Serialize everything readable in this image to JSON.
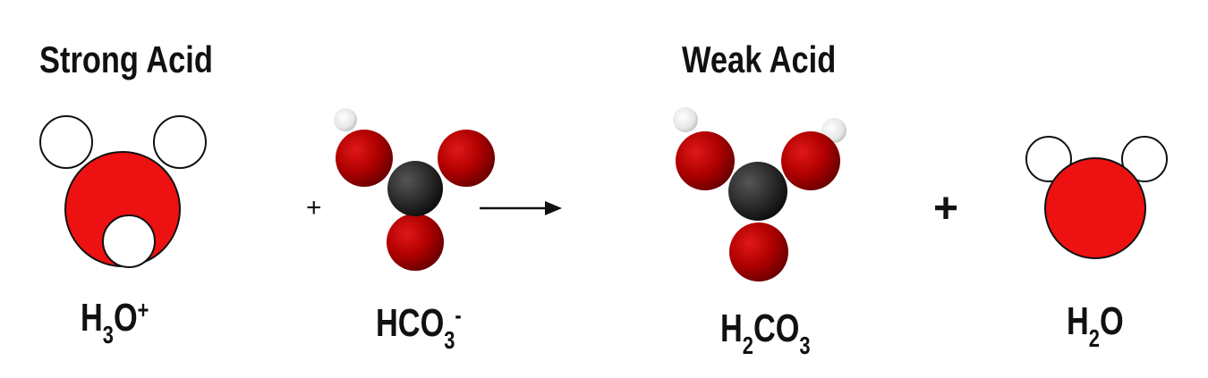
{
  "headings": {
    "strong_acid": "Strong Acid",
    "weak_acid": "Weak Acid"
  },
  "operators": {
    "plus_left": "+",
    "plus_right": "+",
    "arrow": "reaction-arrow"
  },
  "formulas": {
    "h3o": {
      "base1": "H",
      "sub1": "3",
      "base2": "O",
      "sup": "+"
    },
    "hco3": {
      "base": "HCO",
      "sub": "3",
      "sup": "-"
    },
    "h2co3": {
      "base1": "H",
      "sub1": "2",
      "base2": "CO",
      "sub2": "3"
    },
    "h2o": {
      "base1": "H",
      "sub1": "2",
      "base2": "O"
    }
  },
  "colors": {
    "oxygen_red": "#ee1111",
    "oxygen_dark_red": "#b00000",
    "carbon_dark": "#222222",
    "hydrogen_white": "#ffffff",
    "text": "#111111"
  }
}
